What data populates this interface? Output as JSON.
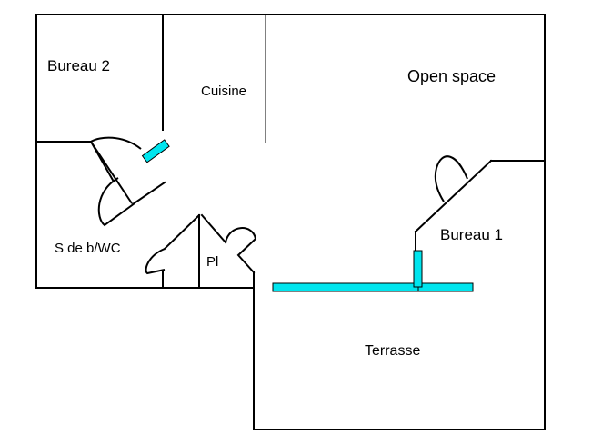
{
  "colors": {
    "wall": "#000000",
    "window": "#00e5ee",
    "background": "#ffffff"
  },
  "rooms": {
    "bureau2": "Bureau 2",
    "cuisine": "Cuisine",
    "open_space": "Open space",
    "bureau1": "Bureau 1",
    "sdb_wc": "S de b/WC",
    "pl": "Pl",
    "terrasse": "Terrasse"
  }
}
